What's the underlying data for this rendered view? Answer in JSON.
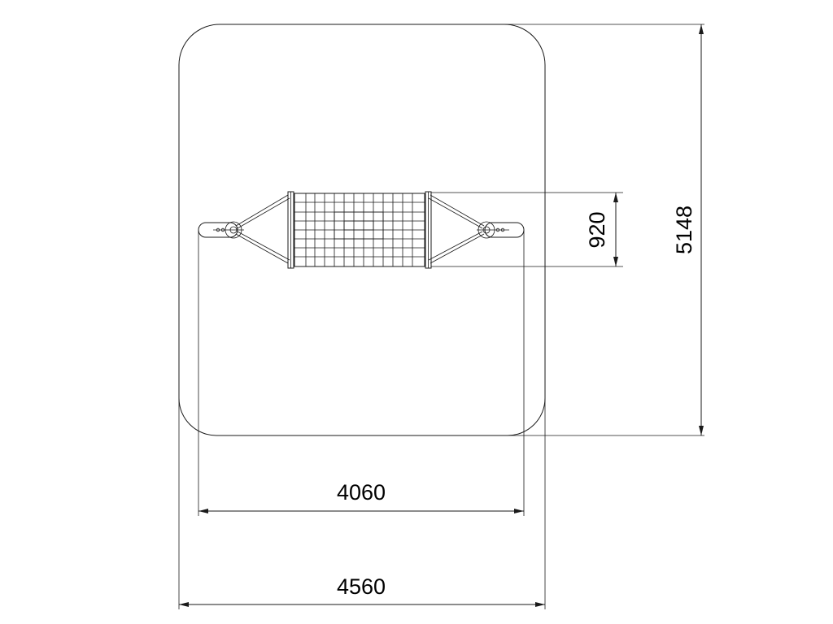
{
  "dimensions": {
    "inner_width": "4060",
    "outer_width": "4560",
    "net_width": "920",
    "total_length": "5148"
  },
  "colors": {
    "line": "#1a1a1a",
    "background": "#ffffff"
  }
}
